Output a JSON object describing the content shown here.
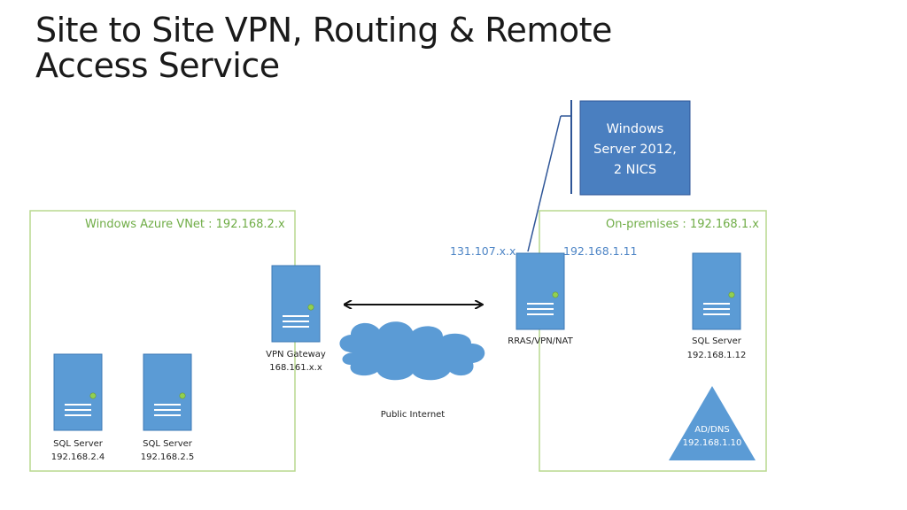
{
  "title": {
    "line1": "Site to Site VPN, Routing & Remote",
    "line2": "Access Service"
  },
  "colors": {
    "frame_border": "#b8d98f",
    "server_fill": "#5b9bd5",
    "server_led": "#92d050",
    "cloud": "#5b9bd5",
    "callout_fill": "#4a7fc0",
    "green_label": "#70ad47",
    "blue_label": "#4f86c6"
  },
  "azure": {
    "label": "Windows Azure VNet : 192.168.2.x",
    "gateway": {
      "name": "VPN Gateway",
      "ip": "168.161.x.x"
    },
    "servers": [
      {
        "name": "SQL Server",
        "ip": "192.168.2.4"
      },
      {
        "name": "SQL Server",
        "ip": "192.168.2.5"
      }
    ]
  },
  "internet": {
    "label": "Public Internet"
  },
  "onprem": {
    "label": "On-premises : 192.168.1.x",
    "rras": {
      "name": "RRAS/VPN/NAT",
      "public_ip": "131.107.x.x",
      "private_ip": "192.168.1.11"
    },
    "sql": {
      "name": "SQL Server",
      "ip": "192.168.1.12"
    },
    "ad": {
      "name": "AD/DNS",
      "ip": "192.168.1.10"
    }
  },
  "callout": {
    "line1": "Windows",
    "line2": "Server 2012,",
    "line3": "2 NICS"
  }
}
